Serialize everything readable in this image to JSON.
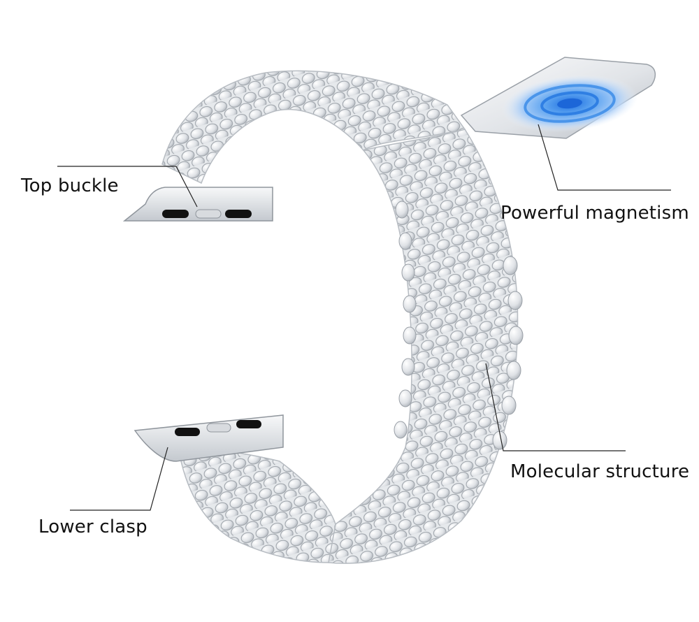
{
  "callouts": {
    "top_buckle": "Top buckle",
    "powerful_magnetism": "Powerful magnetism",
    "molecular_structure": "Molecular structure",
    "lower_clasp": "Lower clasp"
  },
  "colors": {
    "background": "#ffffff",
    "metal_light": "#f4f5f7",
    "metal_mid": "#d3d7dc",
    "metal_dark": "#9aa0a7",
    "magnet_glow": "#3f8fe8",
    "leader_line": "#222222",
    "label_text": "#111111",
    "lug_slot": "#111111"
  }
}
